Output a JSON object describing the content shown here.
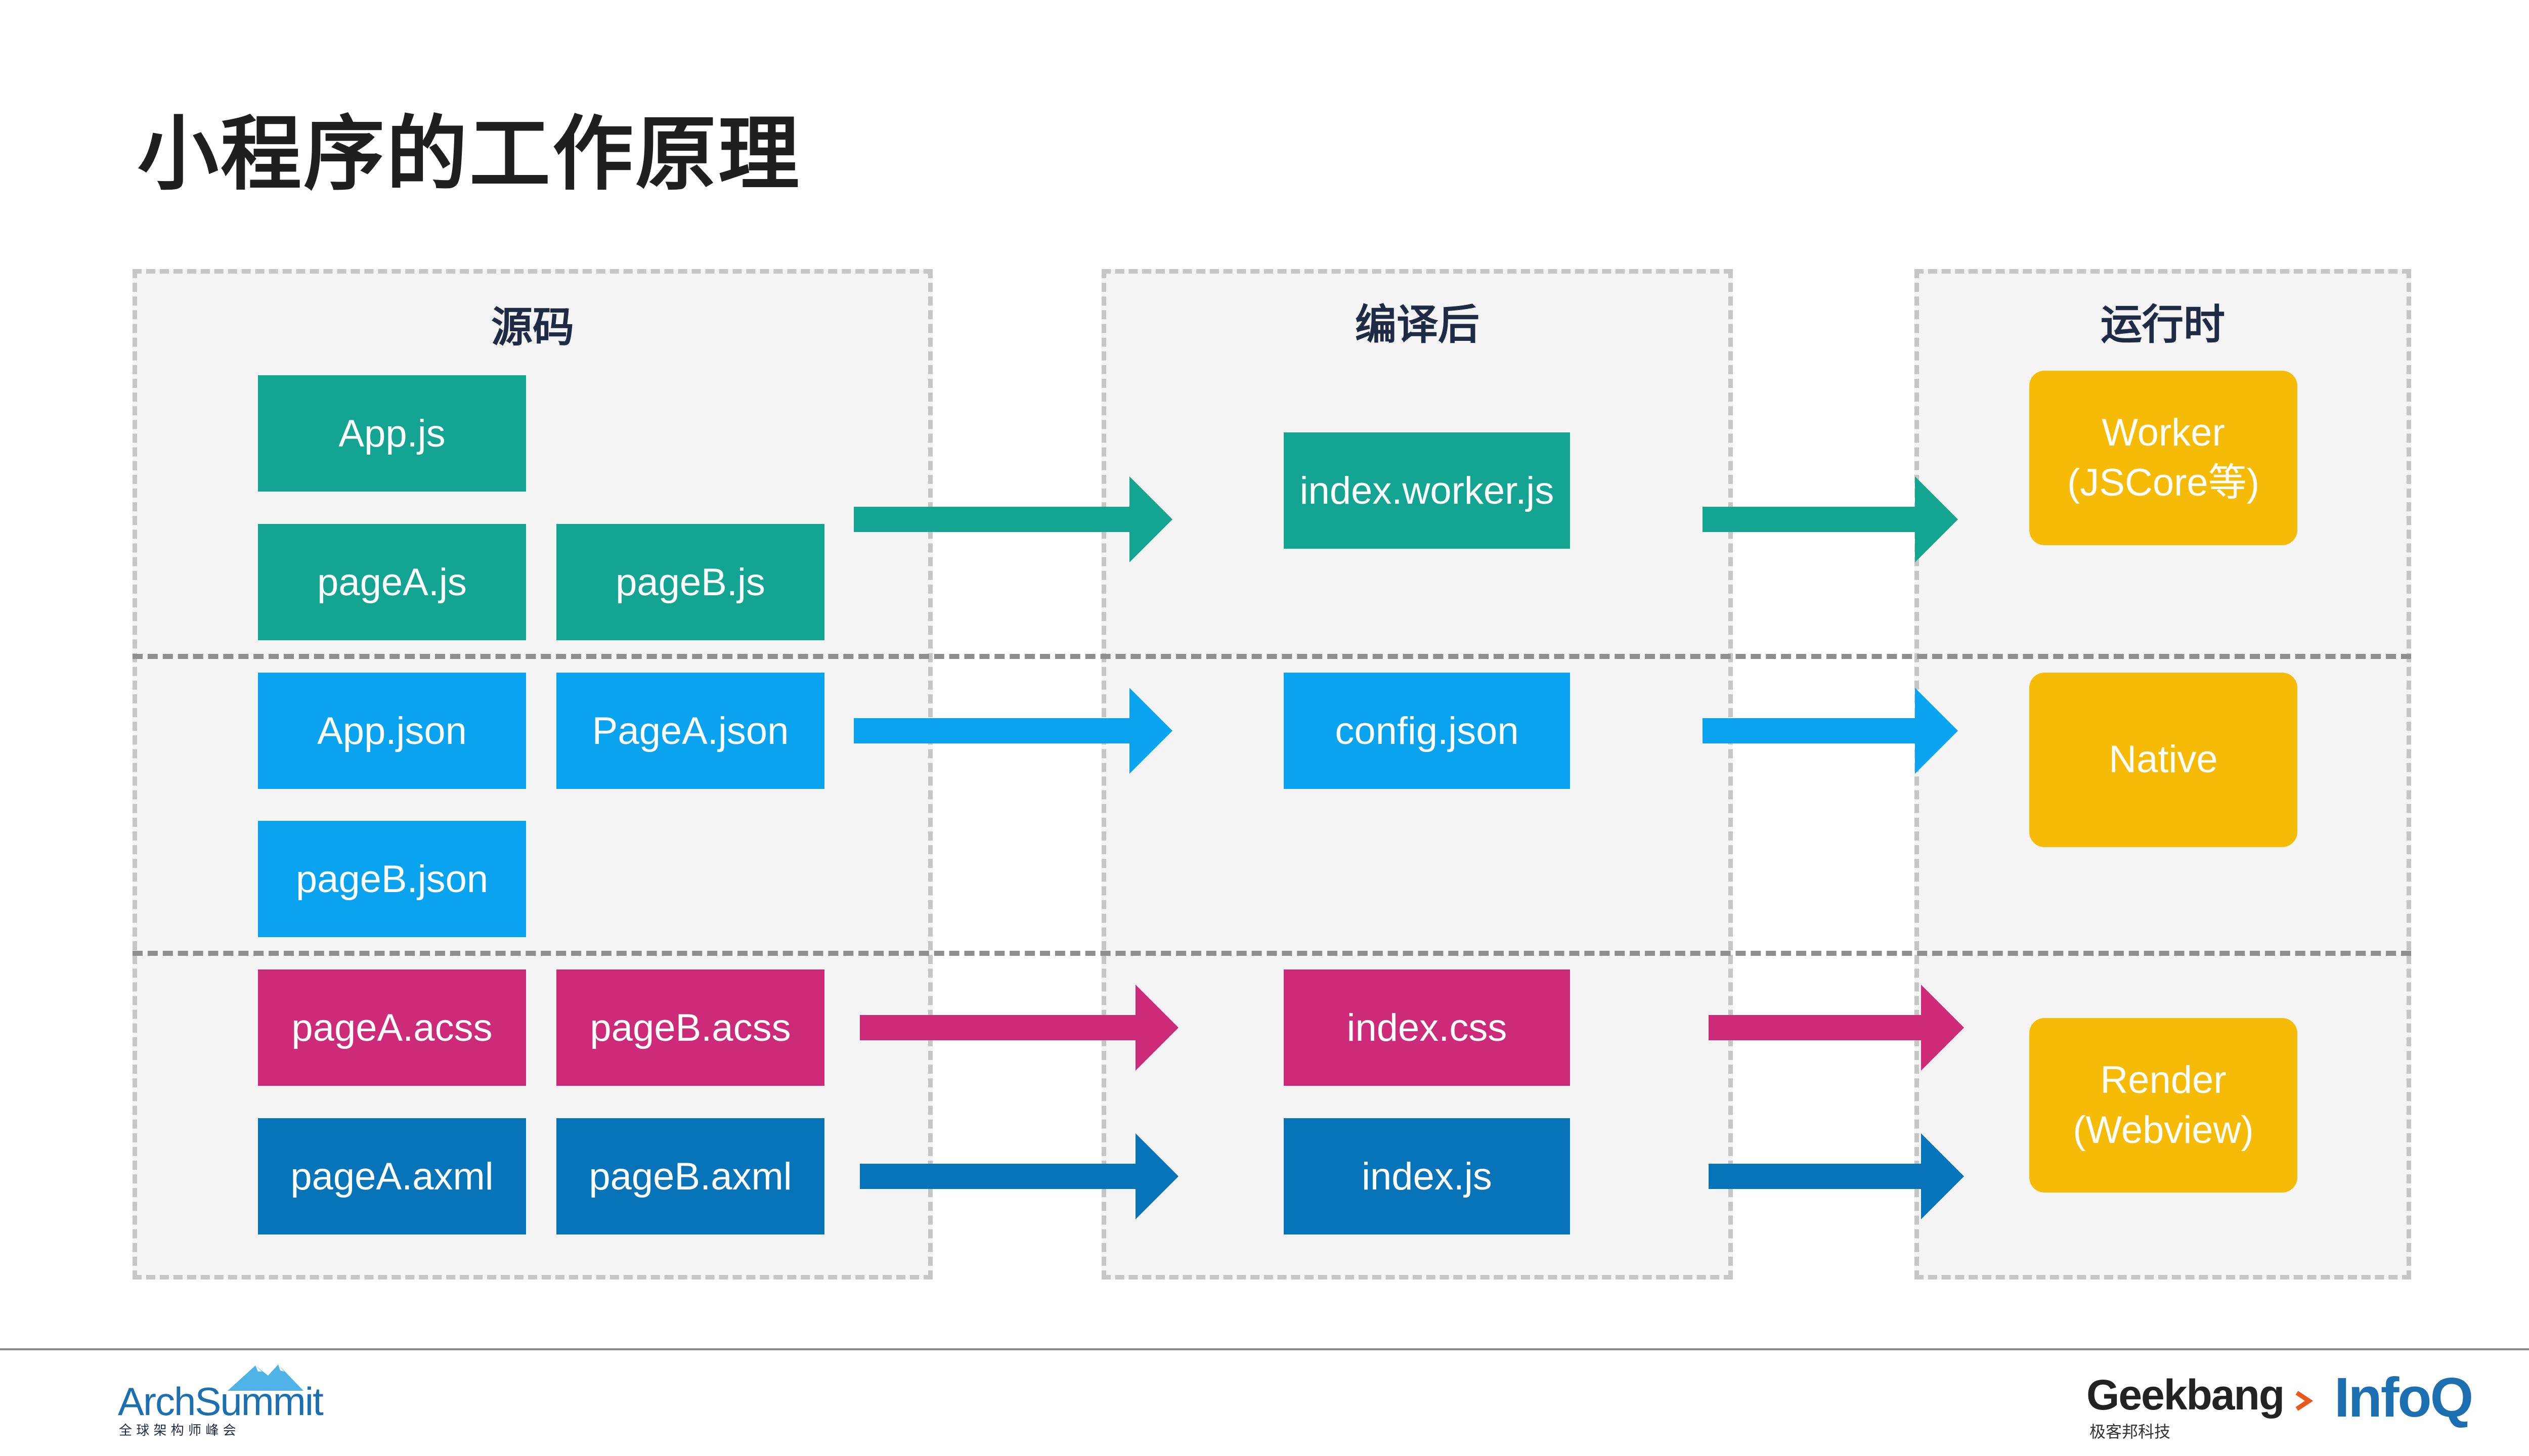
{
  "title": "小程序的工作原理",
  "columns": {
    "source": "源码",
    "compiled": "编译后",
    "runtime": "运行时"
  },
  "source_files": {
    "app_js": "App.js",
    "pagea_js": "pageA.js",
    "pageb_js": "pageB.js",
    "app_json": "App.json",
    "pagea_json": "PageA.json",
    "pageb_json": "pageB.json",
    "pagea_acss": "pageA.acss",
    "pageb_acss": "pageB.acss",
    "pagea_axml": "pageA.axml",
    "pageb_axml": "pageB.axml"
  },
  "compiled_files": {
    "worker": "index.worker.js",
    "config": "config.json",
    "css": "index.css",
    "js": "index.js"
  },
  "runtime": {
    "worker_line1": "Worker",
    "worker_line2": "(JSCore等)",
    "native": "Native",
    "render_line1": "Render",
    "render_line2": "(Webview)"
  },
  "footer": {
    "archsummit": "ArchSummit",
    "archsummit_sub": "全 球 架 构 师 峰 会",
    "geekbang": "Geekbang",
    "geekbang_sub": "极客邦科技",
    "infoq": "InfoQ"
  },
  "colors": {
    "js": "#14a592",
    "json": "#0aa3ef",
    "css": "#cd2b7a",
    "xml": "#0774b9",
    "runtime": "#f6bb06"
  }
}
